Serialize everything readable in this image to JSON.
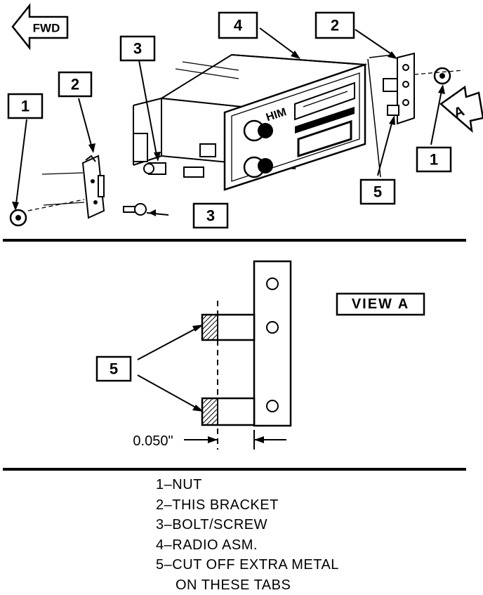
{
  "direction_label": "FWD",
  "view_label": "VIEW A",
  "view_arrow_letter": "A",
  "radio_brand": "HIM",
  "dimension": "0.050\"",
  "callouts": {
    "c1_left": "1",
    "c2_left": "2",
    "c3_top": "3",
    "c3_bottom": "3",
    "c4": "4",
    "c2_right": "2",
    "c1_right": "1",
    "c5_top": "5",
    "c5_view": "5"
  },
  "legend": [
    {
      "text": "1–NUT"
    },
    {
      "text": "2–THIS BRACKET"
    },
    {
      "text": "3–BOLT/SCREW"
    },
    {
      "text": "4–RADIO ASM."
    },
    {
      "text": "5–CUT OFF EXTRA METAL"
    },
    {
      "text": "ON THESE TABS"
    }
  ]
}
